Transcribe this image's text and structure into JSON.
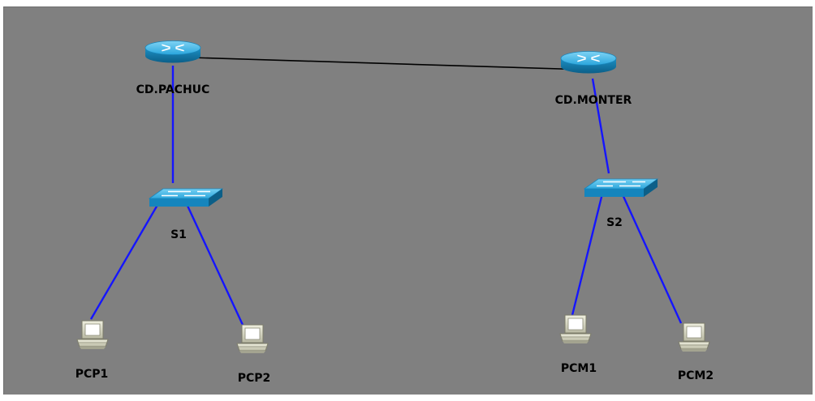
{
  "diagram": {
    "devices": [
      {
        "id": "r1",
        "type": "router",
        "icon": "router-icon",
        "label": "CD.PACHUC"
      },
      {
        "id": "r2",
        "type": "router",
        "icon": "router-icon",
        "label": "CD.MONTER"
      },
      {
        "id": "s1",
        "type": "switch",
        "icon": "switch-icon",
        "label": "S1"
      },
      {
        "id": "s2",
        "type": "switch",
        "icon": "switch-icon",
        "label": "S2"
      },
      {
        "id": "p1",
        "type": "pc",
        "icon": "pc-icon",
        "label": "PCP1"
      },
      {
        "id": "p2",
        "type": "pc",
        "icon": "pc-icon",
        "label": "PCP2"
      },
      {
        "id": "m1",
        "type": "pc",
        "icon": "pc-icon",
        "label": "PCM1"
      },
      {
        "id": "m2",
        "type": "pc",
        "icon": "pc-icon",
        "label": "PCM2"
      }
    ],
    "links": [
      {
        "from": "r1",
        "to": "r2",
        "color": "#000000"
      },
      {
        "from": "r1",
        "to": "s1",
        "color": "#1515ff"
      },
      {
        "from": "r2",
        "to": "s2",
        "color": "#1515ff"
      },
      {
        "from": "s1",
        "to": "p1",
        "color": "#1515ff"
      },
      {
        "from": "s1",
        "to": "p2",
        "color": "#1515ff"
      },
      {
        "from": "s2",
        "to": "m1",
        "color": "#1515ff"
      },
      {
        "from": "s2",
        "to": "m2",
        "color": "#1515ff"
      }
    ]
  },
  "colors": {
    "canvas": "#808080",
    "device_blue": "#29a3d9",
    "device_dark": "#0f6d99",
    "pc_body": "#d9d9c4"
  }
}
